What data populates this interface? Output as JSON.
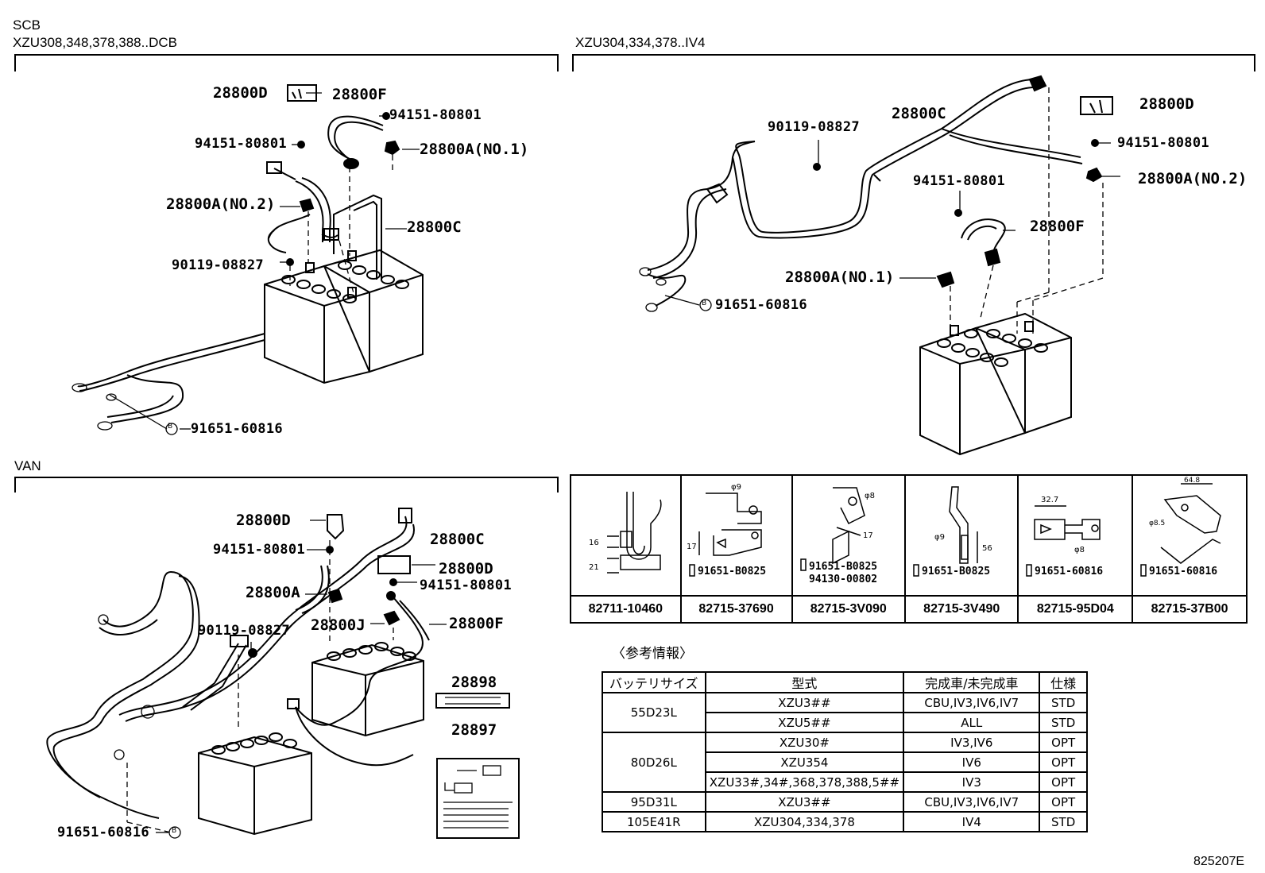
{
  "sections": {
    "scb": {
      "title": "SCB",
      "subtitle": "XZU308,348,378,388..DCB"
    },
    "iv4": {
      "title": "XZU304,334,378..IV4"
    },
    "van": {
      "title": "VAN"
    }
  },
  "callouts": {
    "scb": {
      "c28800d": "28800D",
      "c28800f": "28800F",
      "c94151a": "94151-80801",
      "c94151b": "94151-80801",
      "c28800a1": "28800A(NO.1)",
      "c28800a2": "28800A(NO.2)",
      "c28800c": "28800C",
      "c90119": "90119-08827",
      "c91651": "91651-60816",
      "mark_b": "B"
    },
    "iv4": {
      "c90119": "90119-08827",
      "c28800c": "28800C",
      "c28800d": "28800D",
      "c94151a": "94151-80801",
      "c94151b": "94151-80801",
      "c28800a2": "28800A(NO.2)",
      "c28800f": "28800F",
      "c28800a1": "28800A(NO.1)",
      "c91651": "91651-60816",
      "mark_b": "B"
    },
    "van": {
      "c28800d1": "28800D",
      "c94151a": "94151-80801",
      "c28800c": "28800C",
      "c28800d2": "28800D",
      "c94151b": "94151-80801",
      "c28800a": "28800A",
      "c90119": "90119-08827",
      "c28800j": "28800J",
      "c28800f": "28800F",
      "c28898": "28898",
      "c28897": "28897",
      "c91651": "91651-60816",
      "mark_b": "B"
    }
  },
  "brackets": [
    {
      "part": "82711-10460",
      "dims": [
        "16",
        "21"
      ],
      "bolts": []
    },
    {
      "part": "82715-37690",
      "dims": [
        "φ9",
        "17"
      ],
      "bolts": [
        "91651-B0825"
      ]
    },
    {
      "part": "82715-3V090",
      "dims": [
        "φ8",
        "17"
      ],
      "bolts": [
        "91651-B0825",
        "94130-00802"
      ]
    },
    {
      "part": "82715-3V490",
      "dims": [
        "φ9",
        "56"
      ],
      "bolts": [
        "91651-B0825"
      ]
    },
    {
      "part": "82715-95D04",
      "dims": [
        "32.7",
        "φ8"
      ],
      "bolts": [
        "91651-60816"
      ]
    },
    {
      "part": "82715-37B00",
      "dims": [
        "64.8",
        "φ8.5"
      ],
      "bolts": [
        "91651-60816"
      ]
    }
  ],
  "reference": {
    "title": "〈参考情報〉",
    "headers": [
      "バッテリサイズ",
      "型式",
      "完成車/未完成車",
      "仕様"
    ],
    "rows": [
      {
        "size": "55D23L",
        "model": "XZU3##",
        "vehicle": "CBU,IV3,IV6,IV7",
        "spec": "STD"
      },
      {
        "size": "",
        "model": "XZU5##",
        "vehicle": "ALL",
        "spec": "STD"
      },
      {
        "size": "80D26L",
        "model": "XZU30#",
        "vehicle": "IV3,IV6",
        "spec": "OPT"
      },
      {
        "size": "",
        "model": "XZU354",
        "vehicle": "IV6",
        "spec": "OPT"
      },
      {
        "size": "",
        "model": "XZU33#,34#,368,378,388,5##",
        "vehicle": "IV3",
        "spec": "OPT"
      },
      {
        "size": "95D31L",
        "model": "XZU3##",
        "vehicle": "CBU,IV3,IV6,IV7",
        "spec": "OPT"
      },
      {
        "size": "105E41R",
        "model": "XZU304,334,378",
        "vehicle": "IV4",
        "spec": "STD"
      }
    ]
  },
  "figure_code": "825207E"
}
